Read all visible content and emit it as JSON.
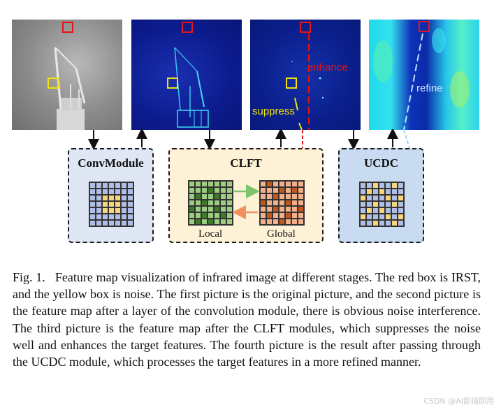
{
  "panels": [
    {
      "name": "original"
    },
    {
      "name": "convmodule-feature-map"
    },
    {
      "name": "clft-feature-map",
      "labels": {
        "enhance": "enhance",
        "suppress": "suppress"
      }
    },
    {
      "name": "ucdc-feature-map",
      "labels": {
        "refine": "refine"
      }
    }
  ],
  "modules": {
    "conv": {
      "title": "ConvModule"
    },
    "clft": {
      "title": "CLFT",
      "local_label": "Local",
      "global_label": "Global"
    },
    "ucdc": {
      "title": "UCDC"
    }
  },
  "colors": {
    "target_box": "#e3141b",
    "noise_box": "#f2e20a",
    "local_green": "#9ccc7f",
    "local_dark_green": "#3d7a2a",
    "global_orange": "#f1b08a",
    "global_dark_orange": "#c2561b",
    "grid_blue": "#aebee6",
    "grid_yellow": "#f7d67b"
  },
  "caption": {
    "label": "Fig. 1.",
    "text": "Feature map visualization of infrared image at different stages. The red box is IRST, and the yellow box is noise. The first picture is the original picture, and the second picture is the feature map after a layer of the convolution module, there is obvious noise interference. The third picture is the feature map after the CLFT modules, which suppresses the noise well and enhances the target features. The fourth picture is the result after passing through the UCDC module, which processes the target features in a more refined manner."
  },
  "watermark": "CSDN @AI即插即用"
}
